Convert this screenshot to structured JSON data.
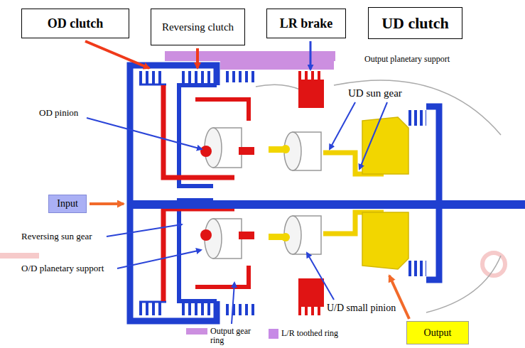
{
  "diagram": {
    "nodes": [
      {
        "text": [
          "OD clutch"
        ]
      },
      {
        "text": [
          "Reversing clutch"
        ]
      },
      {
        "text": [
          "LR brake"
        ]
      },
      {
        "text": [
          "UD clutch"
        ]
      },
      {
        "text": [
          "Input"
        ]
      },
      {
        "text": [
          "Output"
        ]
      }
    ],
    "labels": [
      "Output planetary support",
      "OD pinion",
      "UD sun gear",
      "Reversing sun gear",
      "O/D planetary support",
      "U/D small pinion",
      "Output gear ring",
      "L/R toothed ring"
    ]
  }
}
